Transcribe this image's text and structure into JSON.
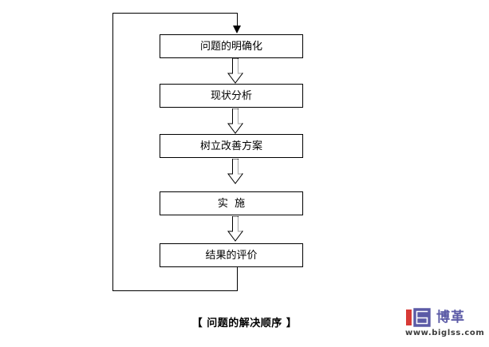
{
  "document": {
    "caption": "【 问题的解决顺序 】",
    "background_color": "#ffffff",
    "line_color": "#000000"
  },
  "flowchart": {
    "type": "process-flow",
    "orientation": "vertical",
    "steps": [
      {
        "id": "step-1",
        "label": "问题的明确化"
      },
      {
        "id": "step-2",
        "label": "现状分析"
      },
      {
        "id": "step-3",
        "label": "树立改善方案"
      },
      {
        "id": "step-4",
        "label": "实  施"
      },
      {
        "id": "step-5",
        "label": "结果的评价"
      }
    ],
    "connectors": [
      {
        "from": "step-1",
        "to": "step-2",
        "style": "hollow-block-arrow"
      },
      {
        "from": "step-2",
        "to": "step-3",
        "style": "hollow-block-arrow"
      },
      {
        "from": "step-3",
        "to": "step-4",
        "style": "hollow-block-arrow"
      },
      {
        "from": "step-4",
        "to": "step-5",
        "style": "hollow-block-arrow"
      }
    ],
    "feedback_loop": {
      "from": "step-5",
      "to": "step-1",
      "style": "solid-line-with-filled-arrowhead",
      "path": "down-left-up-right"
    }
  },
  "watermark": {
    "mark_letters": "IG",
    "brand": "博革",
    "url": "www.biglss.com",
    "mark_red": "#d83a36",
    "mark_blue": "#5b5aa6",
    "brand_color": "#5b5aa6",
    "url_color": "#3c3c3c"
  }
}
